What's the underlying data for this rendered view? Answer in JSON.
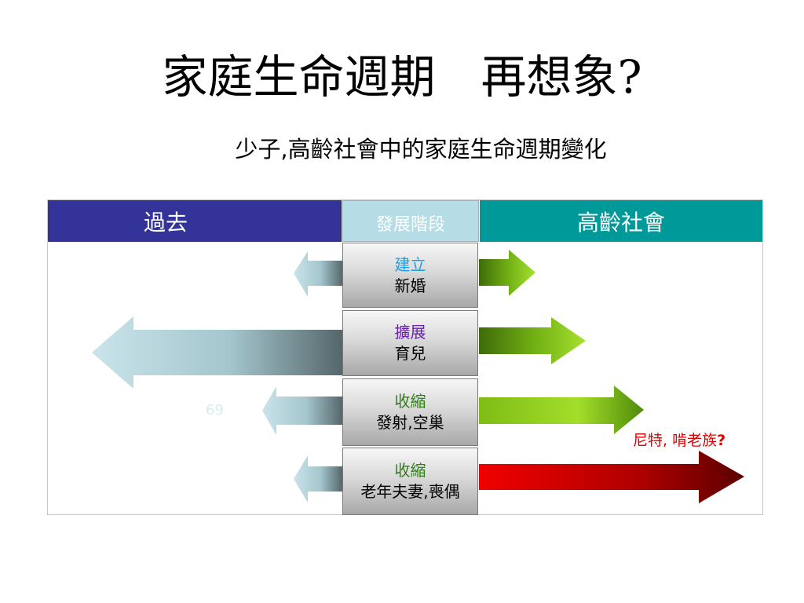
{
  "title": "家庭生命週期　再想象?",
  "subtitle": "少子,高齡社會中的家庭生命週期變化",
  "headers": {
    "past": "過去",
    "stage": "發展階段",
    "aged": "高齡社會"
  },
  "stages": [
    {
      "phase": "建立",
      "detail": "新婚",
      "phase_color": "#1f9ee0"
    },
    {
      "phase": "擴展",
      "detail": "育兒",
      "phase_color": "#6a1fb0"
    },
    {
      "phase": "收縮",
      "detail": "發射,空巢",
      "phase_color": "#2e7d16"
    },
    {
      "phase": "收縮",
      "detail": "老年夫妻,喪偶",
      "phase_color": "#2e7d16"
    }
  ],
  "faint_number": "69",
  "note": {
    "text": "尼特, 啃老族",
    "mark": "?"
  },
  "colors": {
    "past_header": "#333399",
    "stage_header": "#b6dde6",
    "aged_header": "#009999",
    "arrow_past": "#a9ccd3",
    "arrow_aged_green": "#7fbf1a",
    "arrow_aged_red": "#d40000"
  }
}
